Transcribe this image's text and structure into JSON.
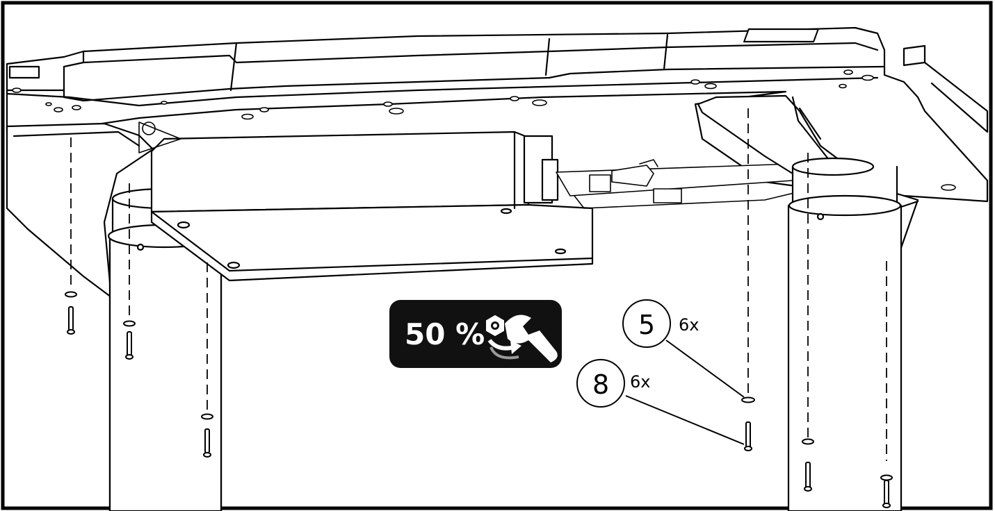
{
  "torque_badge": {
    "label": "50 %",
    "icon": "wrench-nut-rotate-icon",
    "background": "#111111"
  },
  "callouts": [
    {
      "part": "5",
      "quantity": "6x"
    },
    {
      "part": "8",
      "quantity": "6x"
    }
  ],
  "colors": {
    "line": "#000000",
    "fill": "#ffffff"
  }
}
